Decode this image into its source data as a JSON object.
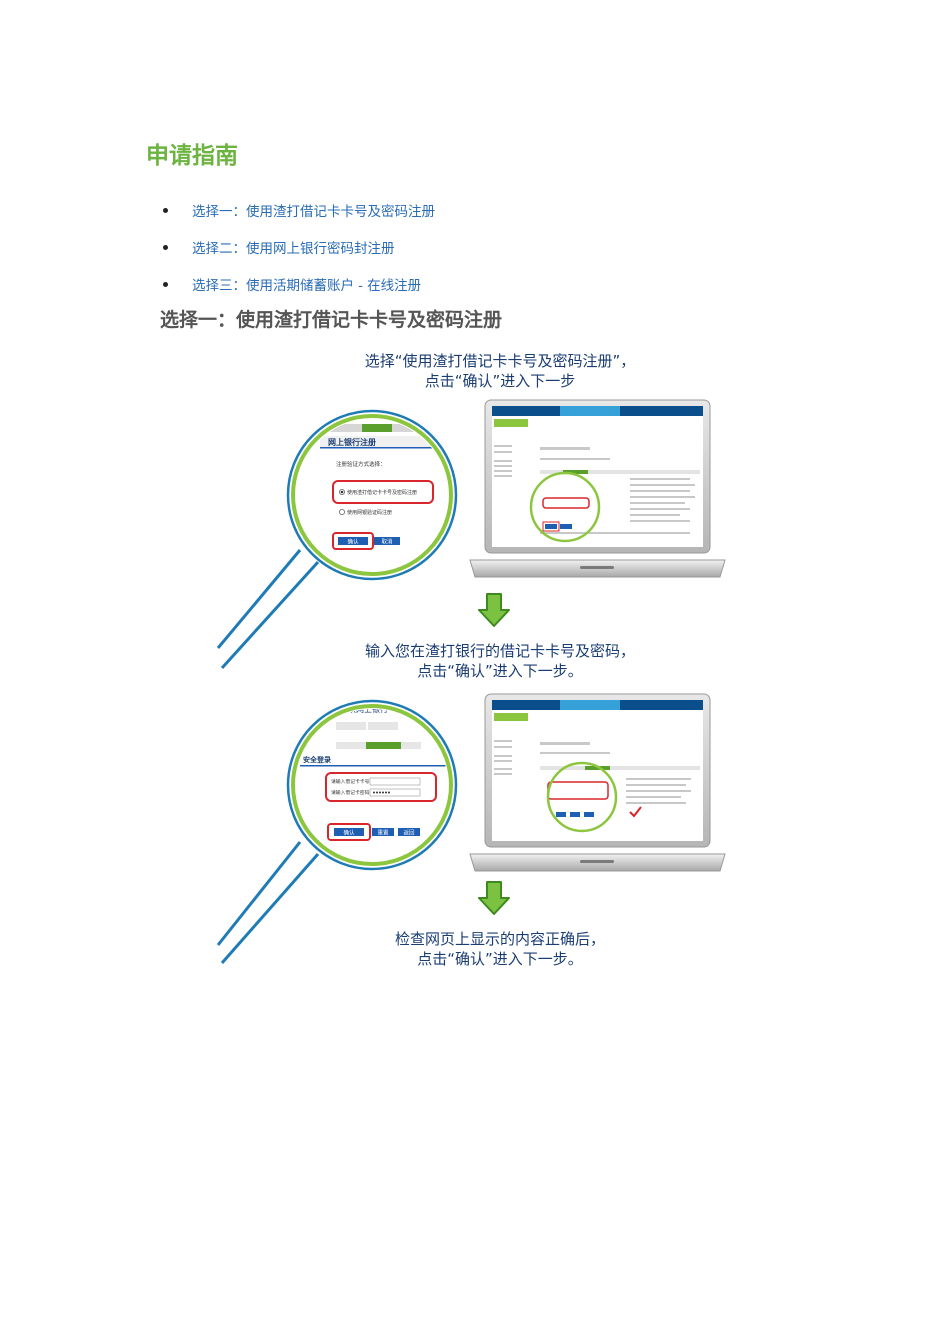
{
  "document": {
    "title": "申请指南",
    "options": [
      {
        "label": "选择一：使用渣打借记卡卡号及密码注册"
      },
      {
        "label": "选择二：使用网上银行密码封注册"
      },
      {
        "label": "选择三：使用活期储蓄账户  - 在线注册"
      }
    ],
    "section_heading": "选择一：使用渣打借记卡卡号及密码注册"
  },
  "steps": [
    {
      "caption_line1": "选择“使用渣打借记卡卡号及密码注册”，",
      "caption_line2": "点击“确认”进入下一步"
    },
    {
      "caption_line1": "输入您在渣打银行的借记卡卡号及密码，",
      "caption_line2": "点击“确认”进入下一步。"
    },
    {
      "caption_line1": "检查网页上显示的内容正确后，",
      "caption_line2": "点击“确认”进入下一步。"
    }
  ],
  "zoom1": {
    "panel_title": "网上银行注册",
    "prompt": "注册验证方式选择：",
    "radio_option_1": "使用渣打借记卡卡号及密码注册",
    "radio_option_2": "使用网银验证码注册",
    "confirm_button": "确认",
    "cancel_button": "取消"
  },
  "zoom2": {
    "header_text": "欢网上银行",
    "panel_title": "安全登录",
    "card_number_label": "请输入借记卡卡号",
    "card_password_label": "请输入借记卡密码",
    "confirm_button": "确认",
    "reset_button": "重置",
    "back_button": "返回"
  },
  "colors": {
    "title_green": "#6cb33f",
    "link_blue": "#2a6cb5",
    "caption_navy": "#1a3d73",
    "highlight_red": "#d9262c",
    "magnifier_green": "#8cc63f",
    "magnifier_handle_blue": "#1f7bb6",
    "button_blue": "#1e5fb4"
  },
  "icons": [
    "down-arrow-icon",
    "magnifier-icon",
    "laptop-icon"
  ]
}
